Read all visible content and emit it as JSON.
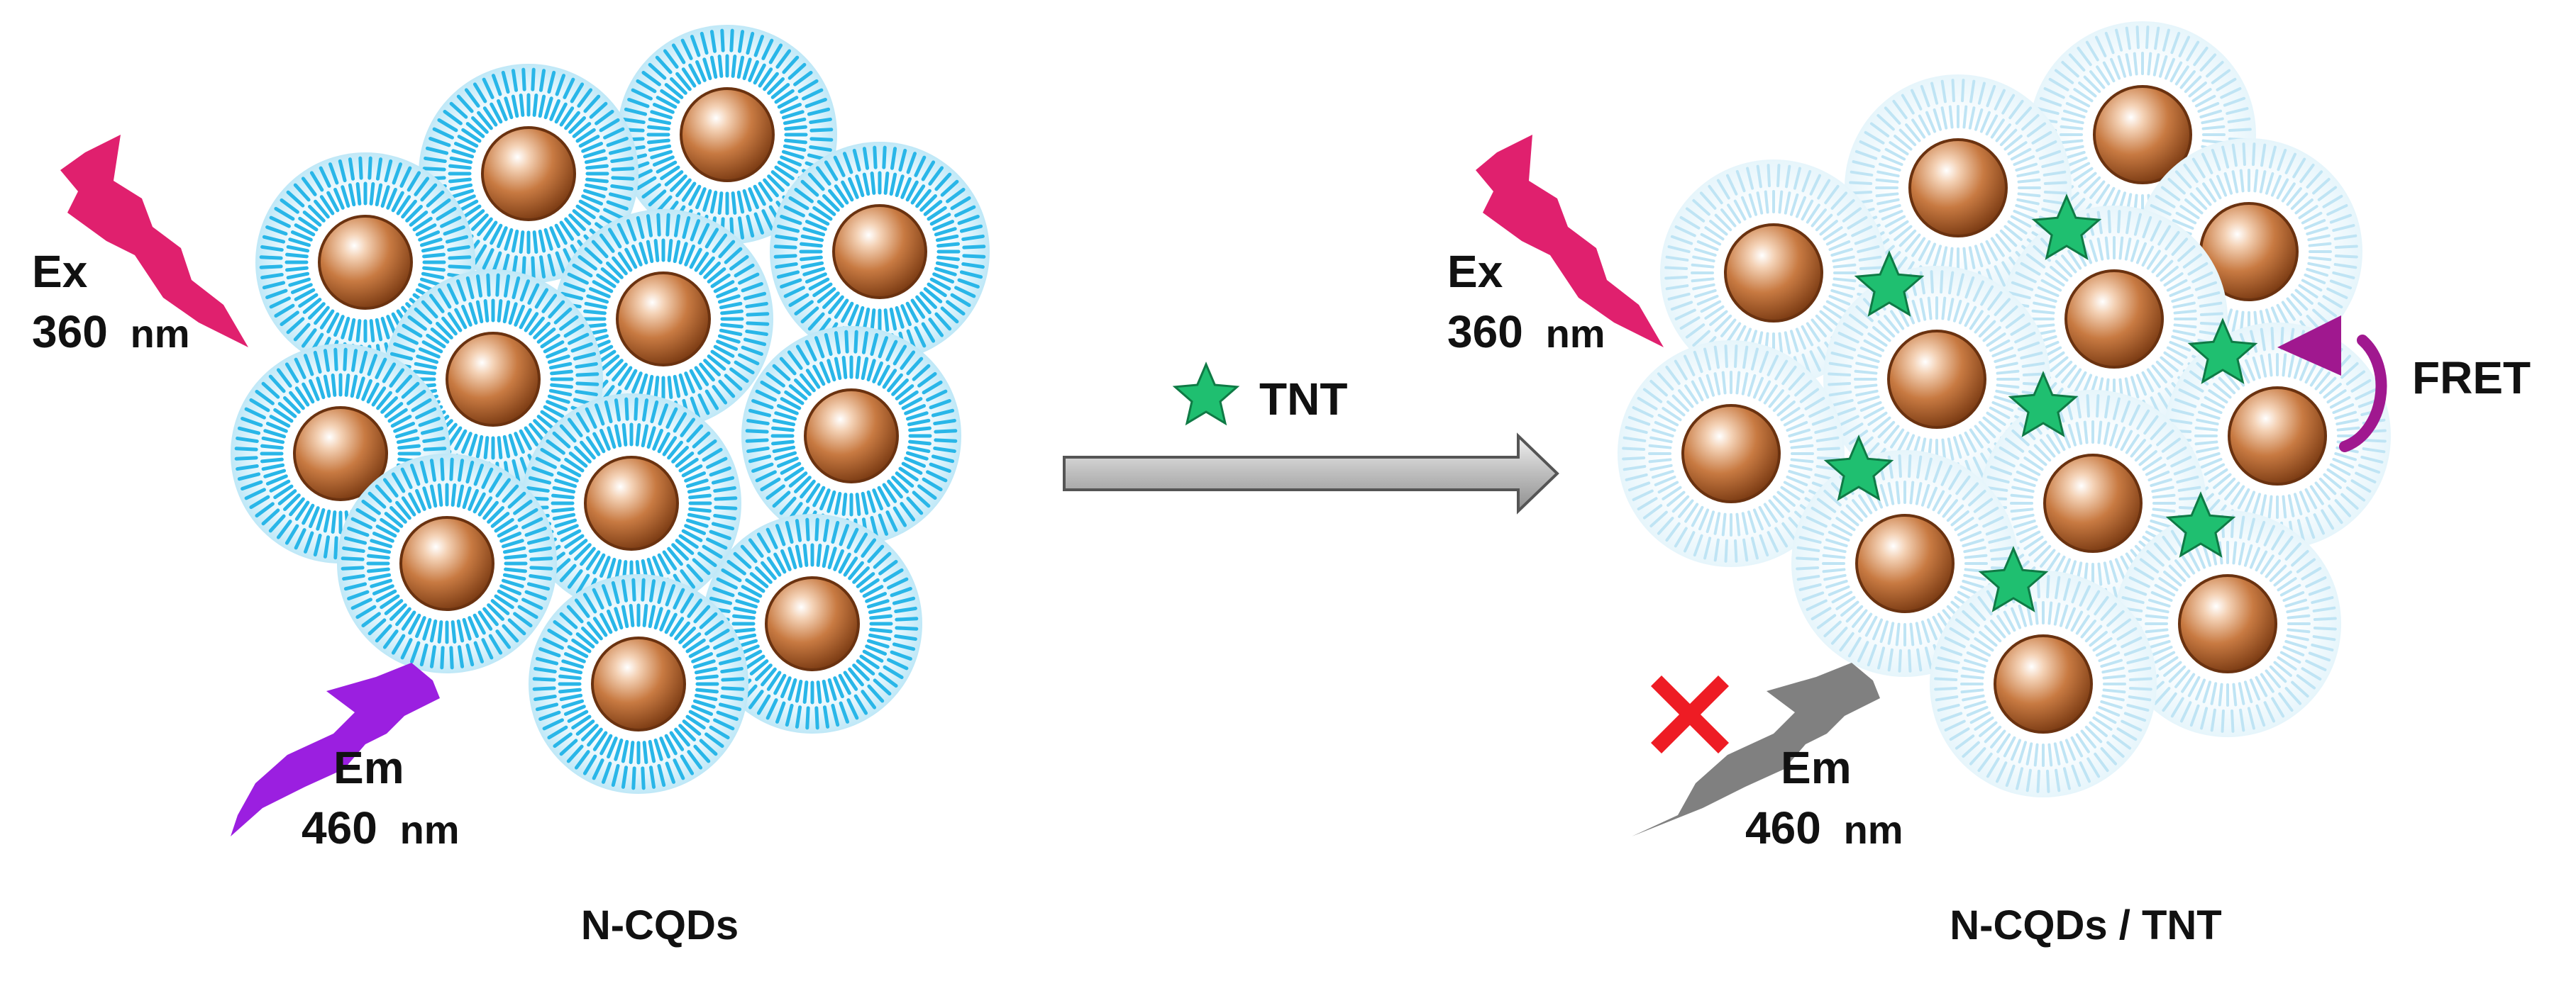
{
  "left_panel": {
    "title": "N-CQDs",
    "ex_label": "Ex",
    "ex_value": "360",
    "ex_unit": "nm",
    "em_label": "Em",
    "em_value": "460",
    "em_unit": "nm"
  },
  "arrow": {
    "reagent_label": "TNT"
  },
  "right_panel": {
    "title": "N-CQDs / TNT",
    "ex_label": "Ex",
    "ex_value": "360",
    "ex_unit": "nm",
    "em_label": "Em",
    "em_value": "460",
    "em_unit": "nm",
    "fret_label": "FRET"
  },
  "colors": {
    "excitation": "#e0206e",
    "emission": "#9b1fe0",
    "quenched_emission": "#808080",
    "fret_arrow": "#a0188f",
    "shell_bright": "#29b6e8",
    "shell_faded": "#bfe4f4",
    "core": "#b0602a",
    "tnt_star": "#1fbf70",
    "blocked_x": "#ee1c24"
  },
  "icons": {
    "excitation": "lightning-bolt-icon",
    "emission": "lightning-bolt-icon",
    "blocked": "red-x-icon",
    "tnt": "star-icon",
    "fret": "curved-arrow-icon"
  }
}
